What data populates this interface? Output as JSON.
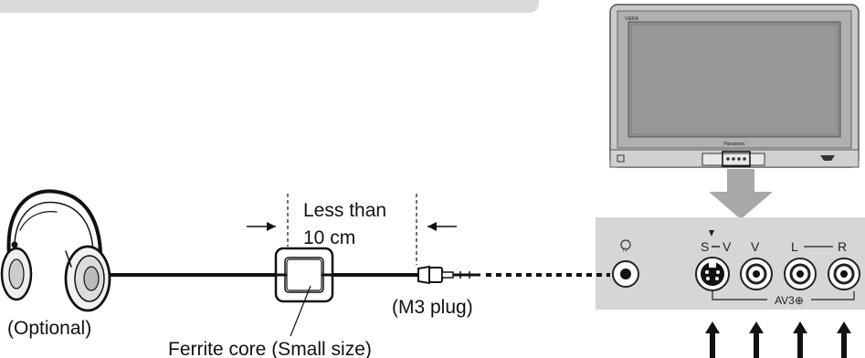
{
  "labels": {
    "distance_line1": "Less than",
    "distance_line2": "10 cm",
    "plug": "(M3 plug)",
    "optional": "(Optional)",
    "ferrite": "Ferrite core (Small size)"
  },
  "tv": {
    "brand": "Panasonic",
    "model_mark": "VIERA"
  },
  "panel": {
    "headphone_symbol": "∩",
    "svideo_label": "S",
    "video_label": "V",
    "svideo_v": "V",
    "left_label": "L",
    "right_label": "R",
    "av_label": "AV3⊕"
  },
  "colors": {
    "banner": "#d9d9d9",
    "panel": "#d6d6d6",
    "pointer_arrow": "#a8a8a8",
    "tv_body": "#c8c8c8",
    "tv_screen": "#8a8a8a"
  }
}
